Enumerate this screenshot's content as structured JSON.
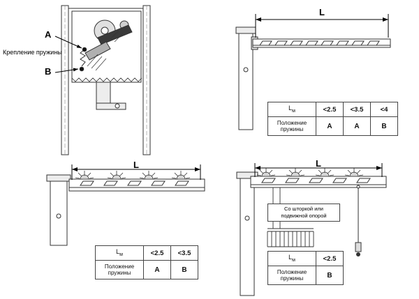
{
  "labels": {
    "a": "A",
    "b": "B",
    "spring_caption": "Крепление пружины",
    "dim": "L",
    "note": "Со шторкой или подвижной опорой"
  },
  "table_labels": {
    "l": "L",
    "l_sub": "м",
    "row": "Положение пружины"
  },
  "tables": {
    "top_right": {
      "columns": [
        "<2.5",
        "<3.5",
        "<4"
      ],
      "values": [
        "A",
        "A",
        "B"
      ]
    },
    "bottom_left": {
      "columns": [
        "<2.5",
        "<3.5"
      ],
      "values": [
        "A",
        "B"
      ]
    },
    "bottom_right": {
      "columns": [
        "<2.5"
      ],
      "values": [
        "B"
      ]
    }
  }
}
